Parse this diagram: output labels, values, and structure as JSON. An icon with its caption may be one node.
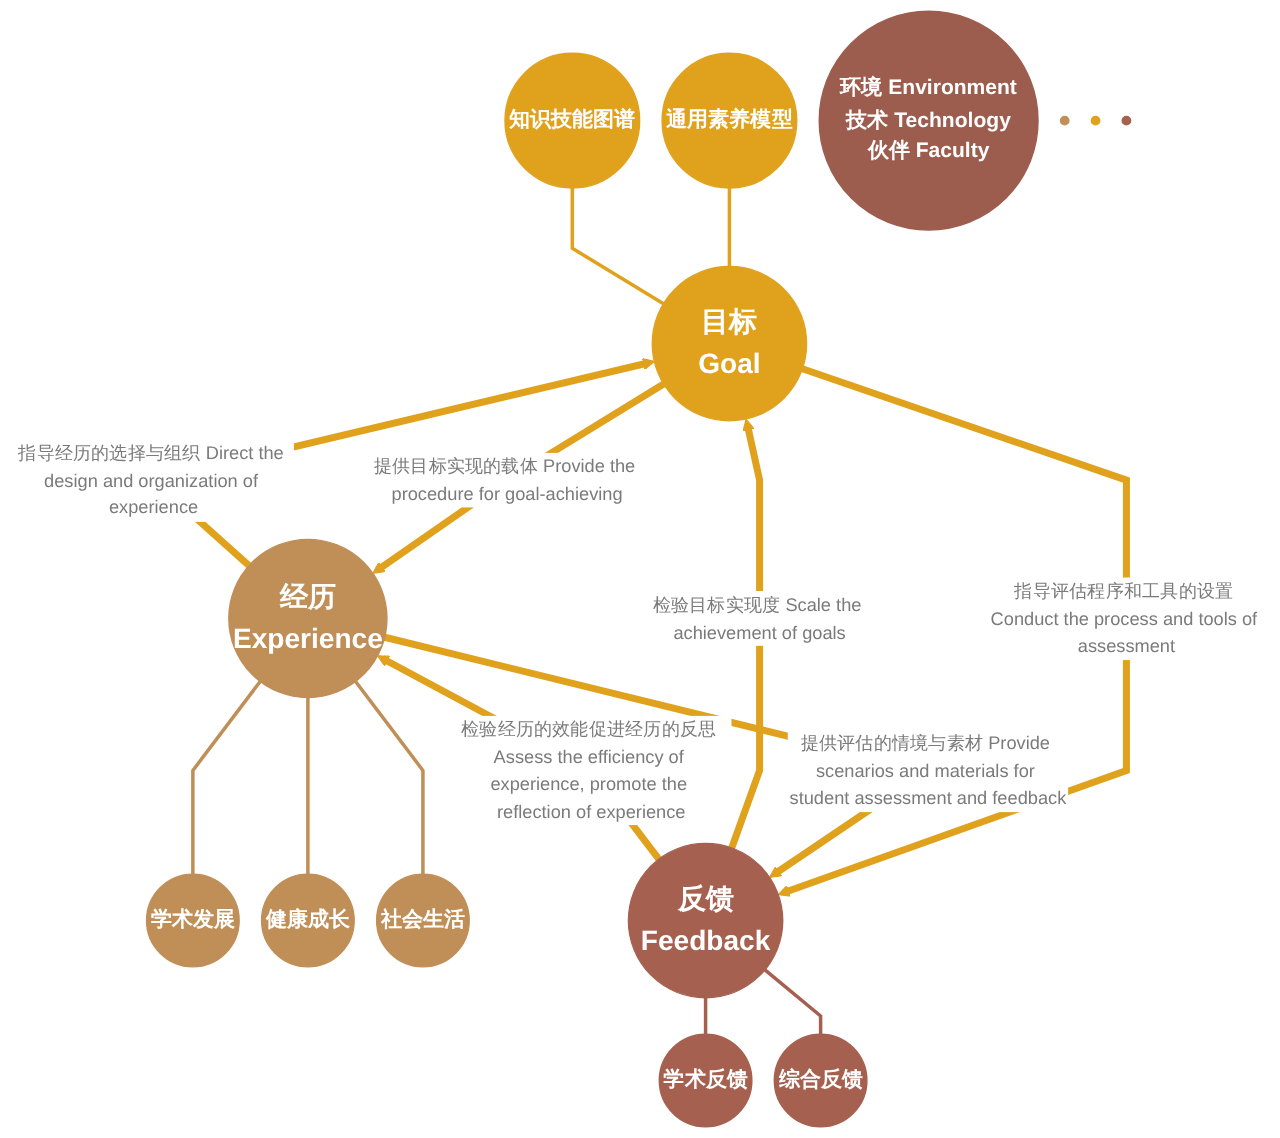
{
  "diagram": {
    "nodes": [
      {
        "text": [
          "目标",
          "Goal"
        ]
      },
      {
        "text": [
          "通用素养模型"
        ]
      },
      {
        "text": [
          "知识技能图谱"
        ]
      },
      {
        "text": [
          "经历",
          "Experience"
        ]
      },
      {
        "text": [
          "学术发展"
        ]
      },
      {
        "text": [
          "健康成长"
        ]
      },
      {
        "text": [
          "社会生活"
        ]
      },
      {
        "text": [
          "反馈",
          "Feedback"
        ]
      },
      {
        "text": [
          "学术反馈"
        ]
      },
      {
        "text": [
          "综合反馈"
        ]
      },
      {
        "text": [
          "环境 Environment",
          "技术 Technology",
          "伙伴 Faculty"
        ]
      },
      {
        "text": [],
        "shape": "circle"
      },
      {
        "text": [],
        "shape": "circle"
      },
      {
        "text": [],
        "shape": "circle"
      }
    ],
    "edges": [
      {
        "from": 1,
        "to": 0,
        "arrow": "none"
      },
      {
        "from": 2,
        "to": 0,
        "arrow": "none"
      },
      {
        "from": 3,
        "to": 0,
        "arrow": "to",
        "style": "thick",
        "label": "指导经历的选择与组织 Direct the design and organization of experience"
      },
      {
        "from": 0,
        "to": 3,
        "arrow": "to",
        "style": "thick",
        "label": "提供目标实现的载体 Provide the procedure for goal-achieving"
      },
      {
        "from": 7,
        "to": 0,
        "arrow": "to",
        "style": "thick",
        "label": "检验目标实现度 Scale the achievement of goals"
      },
      {
        "from": 0,
        "to": 7,
        "arrow": "to",
        "style": "thick",
        "label": "指导评估程序和工具的设置 Conduct the process and tools of assessment"
      },
      {
        "from": 7,
        "to": 3,
        "arrow": "to",
        "style": "thick",
        "label": "检验经历的效能促进经历的反思 Assess the efficiency of experience, promote the reflection of experience"
      },
      {
        "from": 3,
        "to": 7,
        "arrow": "to",
        "style": "thick",
        "label": "提供评估的情境与素材 Provide scenarios and materials for student assessment and feedback"
      },
      {
        "from": 3,
        "to": 4,
        "arrow": "none",
        "color": "#c08e57"
      },
      {
        "from": 3,
        "to": 5,
        "arrow": "none",
        "color": "#c08e57"
      },
      {
        "from": 3,
        "to": 6,
        "arrow": "none",
        "color": "#c08e57"
      },
      {
        "from": 7,
        "to": 8,
        "arrow": "none",
        "color": "#a6604f"
      },
      {
        "from": 7,
        "to": 9,
        "arrow": "none",
        "color": "#a6604f"
      }
    ]
  }
}
